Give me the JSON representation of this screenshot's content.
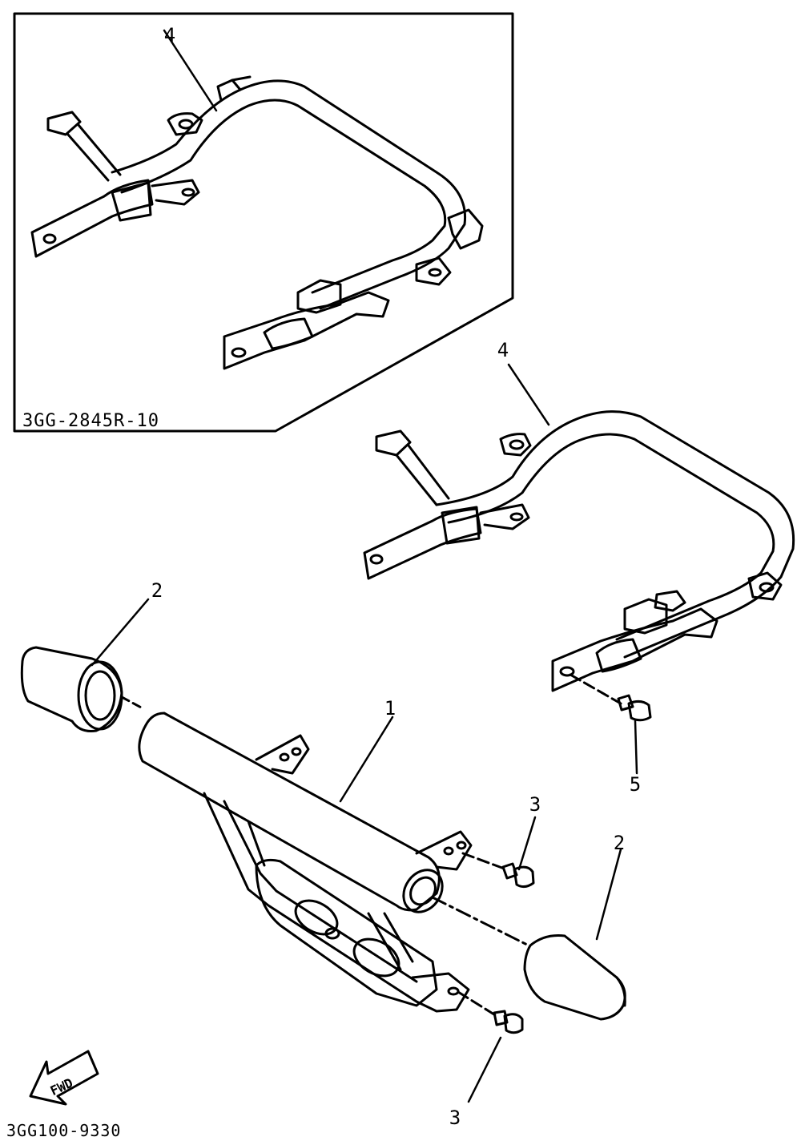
{
  "inset_label": "3GG-2845R-10",
  "drawing_number": "3GG100-9330",
  "fwd_label": "FWD",
  "callouts": {
    "inset_part_4": "4",
    "part_4": "4",
    "part_2_left": "2",
    "part_1": "1",
    "part_3_upper": "3",
    "part_2_right": "2",
    "part_5": "5",
    "part_3_lower": "3"
  },
  "colors": {
    "line": "#000000",
    "background": "#ffffff",
    "fill": "#ffffff"
  }
}
